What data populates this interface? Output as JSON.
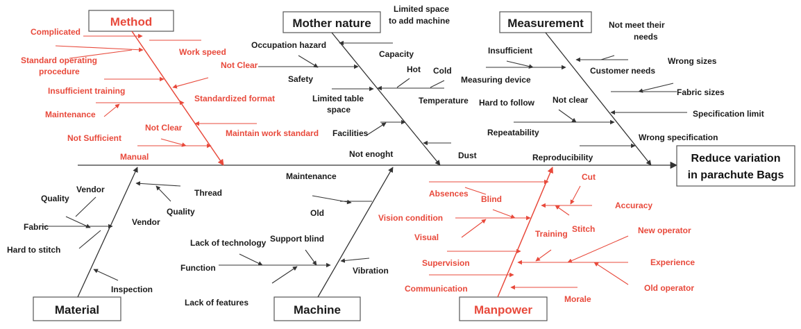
{
  "colors": {
    "black": "#1a1a1a",
    "red": "#e8493b"
  },
  "effect": {
    "line1": "Reduce variation",
    "line2": "in parachute Bags"
  },
  "categories": {
    "method": "Method",
    "mother_nature": "Mother nature",
    "measurement": "Measurement",
    "material": "Material",
    "machine": "Machine",
    "manpower": "Manpower"
  },
  "causes": {
    "complicated": "Complicated",
    "sop_1": "Standard operating",
    "sop_2": "procedure",
    "insufficient_training": "Insufficient training",
    "maintenance_method": "Maintenance",
    "not_sufficient": "Not Sufficient",
    "manual": "Manual",
    "work_speed": "Work speed",
    "not_clear_method_1": "Not Clear",
    "standardized_format": "Standardized format",
    "not_clear_method_2": "Not Clear",
    "maintain_work_standard": "Maintain work standard",
    "occupation_hazard": "Occupation hazard",
    "safety": "Safety",
    "limited_table_1": "Limited table",
    "limited_table_2": "space",
    "facilities": "Facilities",
    "not_enough": "Not enoght",
    "limited_space_1": "Limited space",
    "limited_space_2": "to add machine",
    "capacity": "Capacity",
    "hot": "Hot",
    "cold": "Cold",
    "temperature": "Temperature",
    "dust": "Dust",
    "insufficient": "Insufficient",
    "measuring_device": "Measuring device",
    "hard_to_follow": "Hard to follow",
    "not_clear_meas": "Not clear",
    "repeatability": "Repeatability",
    "reproducibility": "Reproducibility",
    "not_meet_1": "Not meet their",
    "not_meet_2": "needs",
    "customer_needs": "Customer needs",
    "wrong_sizes": "Wrong sizes",
    "fabric_sizes": "Fabric sizes",
    "specification_limit": "Specification limit",
    "wrong_specification": "Wrong specification",
    "quality_mat_1": "Quality",
    "vendor_mat_1": "Vendor",
    "fabric": "Fabric",
    "hard_to_stitch": "Hard to stitch",
    "thread": "Thread",
    "quality_mat_2": "Quality",
    "vendor_mat_2": "Vendor",
    "inspection": "Inspection",
    "maintenance_machine": "Maintenance",
    "old": "Old",
    "lack_of_technology": "Lack of technology",
    "support_blind": "Support blind",
    "function": "Function",
    "lack_of_features": "Lack of features",
    "vibration": "Vibration",
    "absences": "Absences",
    "blind": "Blind",
    "vision_condition": "Vision condition",
    "visual": "Visual",
    "supervision": "Supervision",
    "communication": "Communication",
    "cut": "Cut",
    "accuracy": "Accuracy",
    "stitch": "Stitch",
    "training": "Training",
    "new_operator": "New operator",
    "experience": "Experience",
    "old_operator": "Old operator",
    "morale": "Morale"
  }
}
